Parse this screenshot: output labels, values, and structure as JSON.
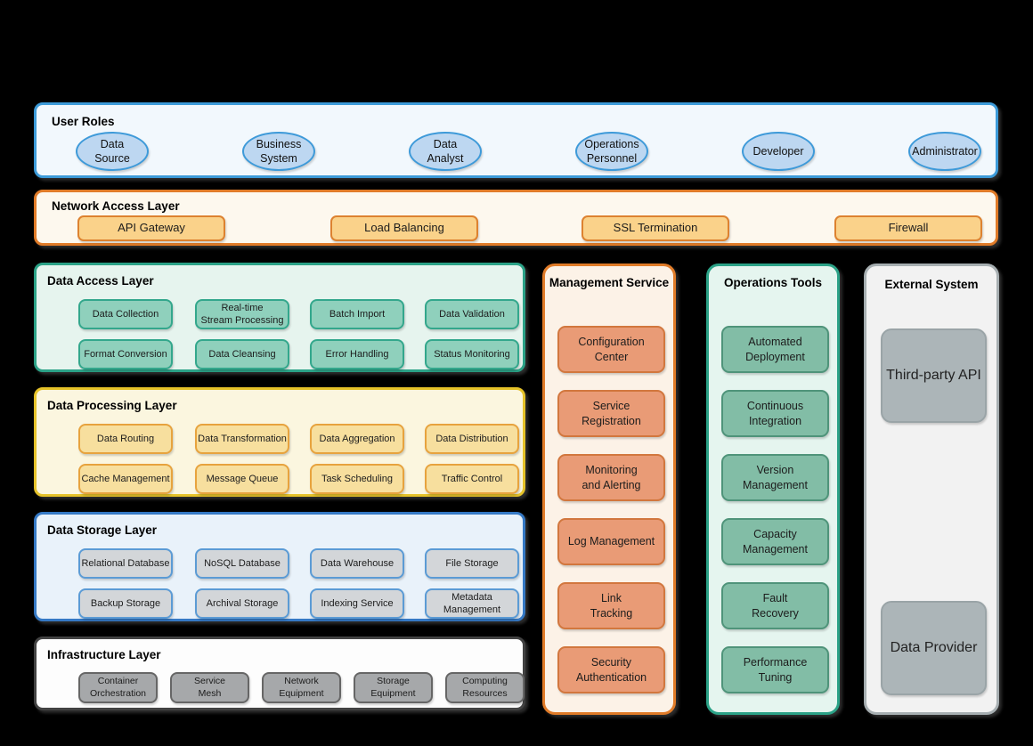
{
  "canvas": {
    "background": "#000000"
  },
  "colors": {
    "user_roles_border": "#3D9BD9",
    "ellipse_fill": "#BDD7F1",
    "network_border": "#E07B28",
    "network_box_fill": "#FAD28A",
    "access_border": "#2BA287",
    "access_box_fill": "#8FD0BC",
    "processing_border": "#E5C229",
    "processing_box_fill": "#F7DF9E",
    "storage_border": "#3579C5",
    "storage_box_fill": "#D3D6D9",
    "infrastructure_border": "#424242",
    "infrastructure_box_fill": "#A6A8AA",
    "management_border": "#E07B28",
    "management_box_fill": "#E99B76",
    "operations_border": "#2BA287",
    "operations_box_fill": "#82BDA6",
    "external_border": "#A6AEB1",
    "external_box_fill": "#ACB5B8"
  },
  "user_roles": {
    "title": "User Roles",
    "roles": [
      "Data\nSource",
      "Business\nSystem",
      "Data\nAnalyst",
      "Operations\nPersonnel",
      "Developer",
      "Administrator"
    ]
  },
  "network": {
    "title": "Network Access Layer",
    "items": [
      "API Gateway",
      "Load Balancing",
      "SSL Termination",
      "Firewall"
    ]
  },
  "layers": [
    {
      "title": "Data Access Layer",
      "items": [
        "Data Collection",
        "Real-time\nStream Processing",
        "Batch Import",
        "Data Validation",
        "Format Conversion",
        "Data Cleansing",
        "Error Handling",
        "Status Monitoring"
      ]
    },
    {
      "title": "Data Processing Layer",
      "items": [
        "Data Routing",
        "Data Transformation",
        "Data Aggregation",
        "Data Distribution",
        "Cache Management",
        "Message Queue",
        "Task Scheduling",
        "Traffic Control"
      ]
    },
    {
      "title": "Data Storage Layer",
      "items": [
        "Relational Database",
        "NoSQL Database",
        "Data Warehouse",
        "File Storage",
        "Backup Storage",
        "Archival Storage",
        "Indexing Service",
        "Metadata Management"
      ]
    },
    {
      "title": "Infrastructure Layer",
      "items": [
        "Container\nOrchestration",
        "Service\nMesh",
        "Network\nEquipment",
        "Storage\nEquipment",
        "Computing\nResources"
      ]
    }
  ],
  "columns": [
    {
      "title": "Management Service",
      "items": [
        "Configuration\nCenter",
        "Service\nRegistration",
        "Monitoring\nand Alerting",
        "Log Management",
        "Link\nTracking",
        "Security\nAuthentication"
      ]
    },
    {
      "title": "Operations Tools",
      "items": [
        "Automated\nDeployment",
        "Continuous\nIntegration",
        "Version\nManagement",
        "Capacity\nManagement",
        "Fault\nRecovery",
        "Performance\nTuning"
      ]
    },
    {
      "title": "External System",
      "items": [
        "Third-party API",
        "Data Provider"
      ]
    }
  ]
}
